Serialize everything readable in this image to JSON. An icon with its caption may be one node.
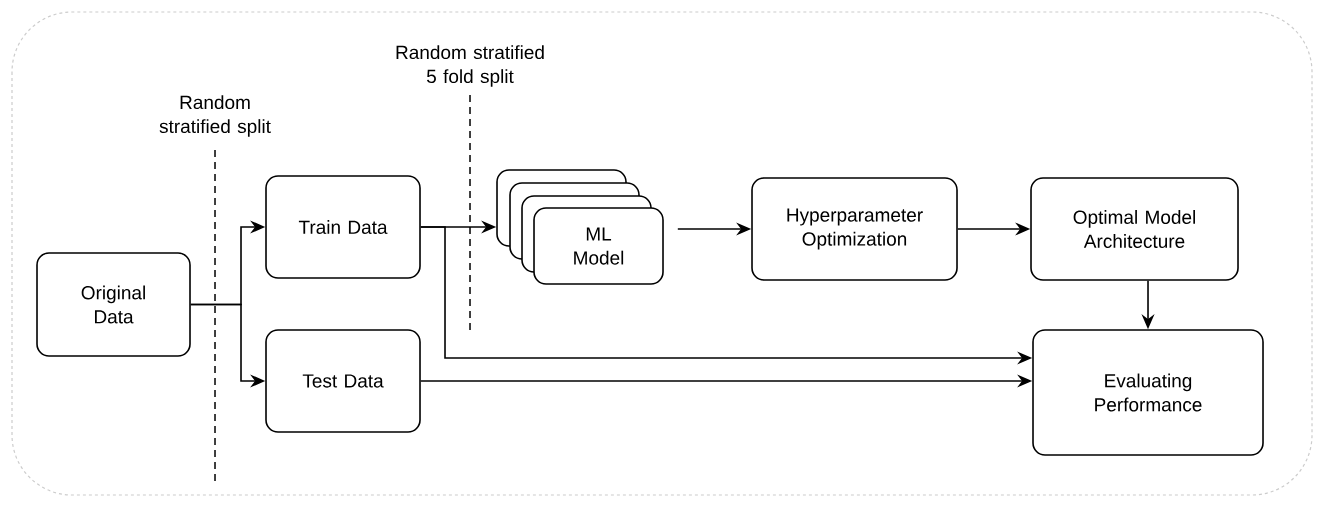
{
  "diagram": {
    "nodes": [
      {
        "text": [
          "Original Data"
        ]
      },
      {
        "text": [
          "Train Data"
        ]
      },
      {
        "text": [
          "Test Data"
        ]
      },
      {
        "text": [],
        "shape": "box"
      },
      {
        "text": [],
        "shape": "box"
      },
      {
        "text": [],
        "shape": "box"
      },
      {
        "text": [
          "ML Model"
        ]
      },
      {
        "text": [
          "Hyperparameter Optimization"
        ]
      },
      {
        "text": [
          "Optimal Model Architecture"
        ]
      },
      {
        "text": [
          "Evaluating Performance"
        ]
      }
    ],
    "edges": [
      {
        "from": 0,
        "to": 1,
        "arrow": "to"
      },
      {
        "from": 0,
        "to": 2,
        "arrow": "to"
      },
      {
        "from": 1,
        "to": 3,
        "arrow": "to"
      },
      {
        "from": 1,
        "to": 9,
        "arrow": "to"
      },
      {
        "from": 2,
        "to": 9,
        "arrow": "to"
      },
      {
        "from": 6,
        "to": 7,
        "arrow": "to"
      },
      {
        "from": 7,
        "to": 8,
        "arrow": "to"
      },
      {
        "from": 8,
        "to": 9,
        "arrow": "to"
      }
    ],
    "labels": [
      "Random stratified split",
      "Random stratified 5 fold split"
    ]
  }
}
